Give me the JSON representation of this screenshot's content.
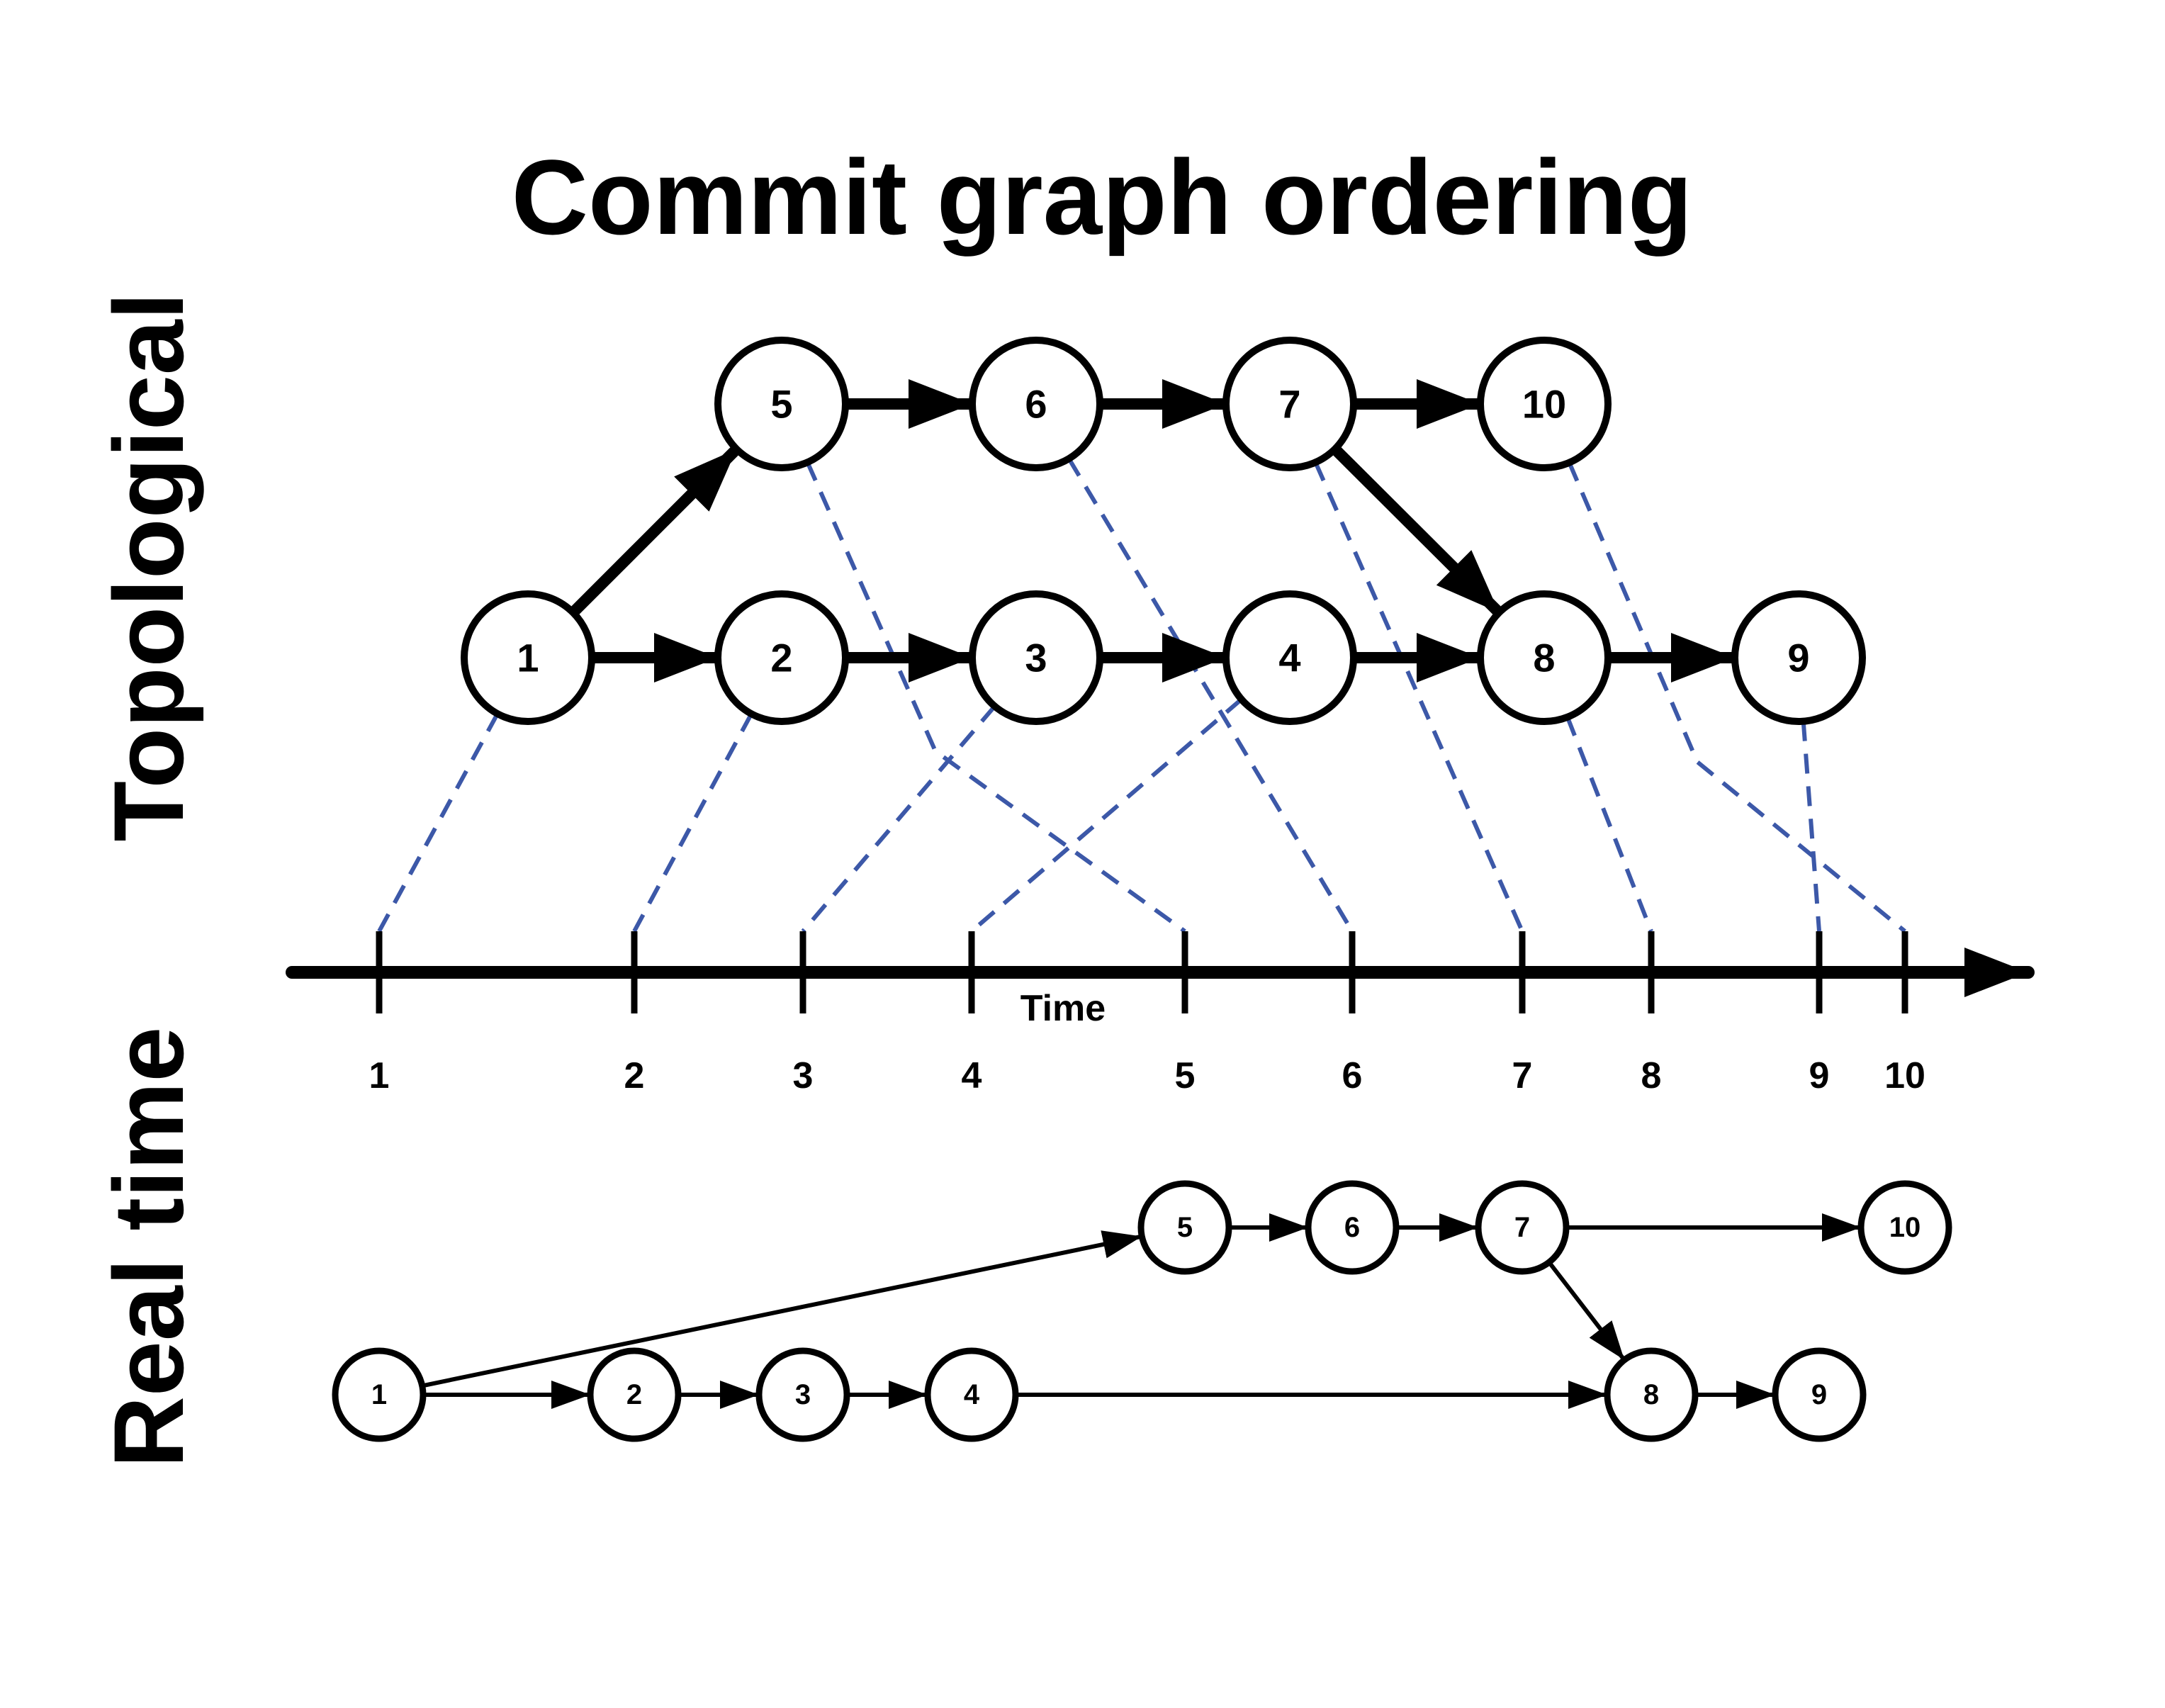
{
  "title": "Commit graph ordering",
  "side_labels": {
    "topological": "Topological",
    "real_time": "Real time"
  },
  "axis": {
    "label": "Time",
    "ticks": [
      "1",
      "2",
      "3",
      "4",
      "5",
      "6",
      "7",
      "8",
      "9",
      "10"
    ]
  },
  "commits": [
    {
      "id": "1",
      "topo_row": "lower",
      "topo_col": 0,
      "time": 1,
      "real_row": "lower"
    },
    {
      "id": "2",
      "topo_row": "lower",
      "topo_col": 1,
      "time": 2,
      "real_row": "lower"
    },
    {
      "id": "3",
      "topo_row": "lower",
      "topo_col": 2,
      "time": 3,
      "real_row": "lower"
    },
    {
      "id": "4",
      "topo_row": "lower",
      "topo_col": 3,
      "time": 4,
      "real_row": "lower"
    },
    {
      "id": "5",
      "topo_row": "upper",
      "topo_col": 1,
      "time": 5,
      "real_row": "upper"
    },
    {
      "id": "6",
      "topo_row": "upper",
      "topo_col": 2,
      "time": 6,
      "real_row": "upper"
    },
    {
      "id": "7",
      "topo_row": "upper",
      "topo_col": 3,
      "time": 7,
      "real_row": "upper"
    },
    {
      "id": "8",
      "topo_row": "lower",
      "topo_col": 4,
      "time": 8,
      "real_row": "lower"
    },
    {
      "id": "9",
      "topo_row": "lower",
      "topo_col": 5,
      "time": 9,
      "real_row": "lower"
    },
    {
      "id": "10",
      "topo_row": "upper",
      "topo_col": 4,
      "time": 10,
      "real_row": "upper"
    }
  ],
  "edges": [
    [
      "1",
      "2"
    ],
    [
      "1",
      "5"
    ],
    [
      "2",
      "3"
    ],
    [
      "3",
      "4"
    ],
    [
      "4",
      "8"
    ],
    [
      "5",
      "6"
    ],
    [
      "6",
      "7"
    ],
    [
      "7",
      "10"
    ],
    [
      "7",
      "8"
    ],
    [
      "8",
      "9"
    ]
  ],
  "colors": {
    "ink": "#000000",
    "node_fill": "#ffffff",
    "mapping_line": "#3c58a8"
  }
}
